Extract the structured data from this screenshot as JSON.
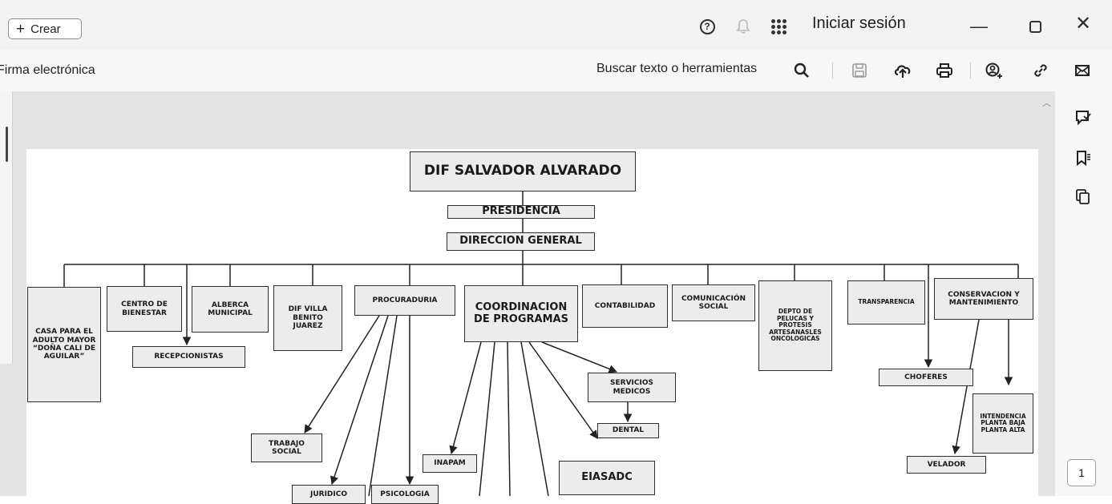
{
  "titlebar": {
    "create_label": "Crear",
    "signin_label": "Iniciar sesión"
  },
  "toolbar": {
    "document_name": "Firma electrónica",
    "search_label": "Buscar texto o herramientas"
  },
  "sidebar": {
    "page_number": "1"
  },
  "org_chart": {
    "title": "DIF SALVADOR ALVARADO",
    "presidencia": "PRESIDENCIA",
    "direccion": "DIRECCION GENERAL",
    "casa": "CASA PARA EL ADULTO MAYOR “DOÑA CALI DE AGUILAR”",
    "centro": "CENTRO DE BIENESTAR",
    "recepcionistas": "RECEPCIONISTAS",
    "alberca": "ALBERCA MUNICIPAL",
    "dif_villa": "DIF VILLA BENITO JUAREZ",
    "procuraduria": "PROCURADURIA",
    "trabajo_social": "TRABAJO SOCIAL",
    "juridico": "JURIDICO",
    "psicologia": "PSICOLOGIA",
    "coordinacion": "COORDINACION DE PROGRAMAS",
    "inapam": "INAPAM",
    "eiasadc": "EIASADC",
    "servicios_medicos": "SERVICIOS MEDICOS",
    "dental": "DENTAL",
    "contabilidad": "CONTABILIDAD",
    "comunicacion": "COMUNICACIÓN SOCIAL",
    "depto_pelucas": "DEPTO DE PELUCAS Y PROTESIS ARTESANASLES ONCOLOGICAS",
    "transparencia": "TRANSPARENCIA",
    "conservacion": "CONSERVACION Y MANTENIMIENTO",
    "choferes": "CHOFERES",
    "intendencia": "INTENDENCIA PLANTA BAJA PLANTA ALTA",
    "velador": "VELADOR"
  }
}
